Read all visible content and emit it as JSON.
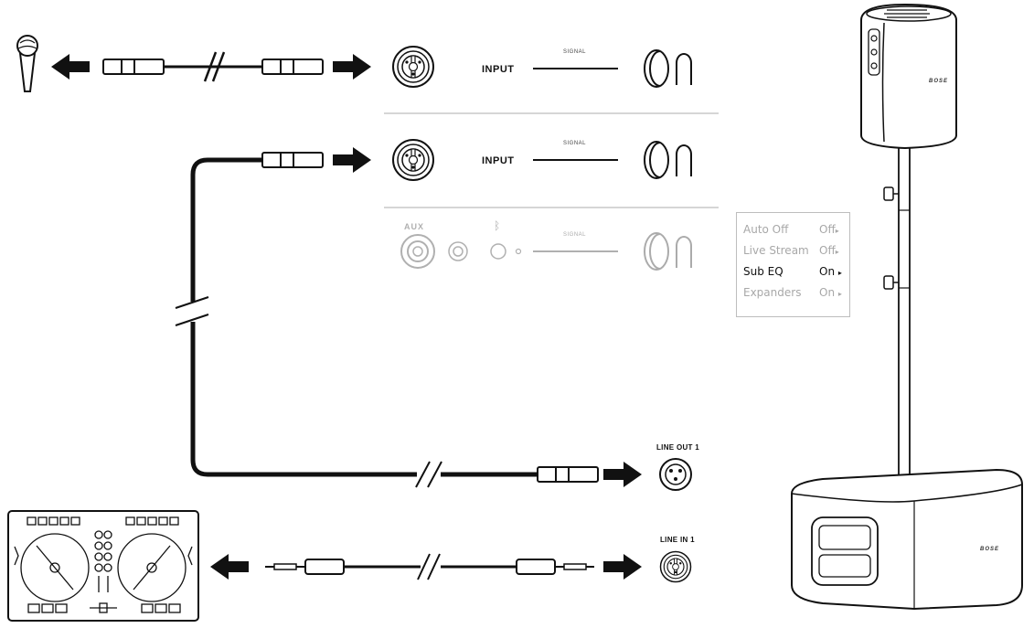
{
  "channels": [
    {
      "input_label": "INPUT",
      "signal_label": "SIGNAL"
    },
    {
      "input_label": "INPUT",
      "signal_label": "SIGNAL"
    },
    {
      "aux_label": "AUX",
      "bluetooth_symbol": "ᛒ",
      "signal_label": "SIGNAL"
    }
  ],
  "jacks": {
    "line_out": "LINE OUT 1",
    "line_in": "LINE IN 1"
  },
  "menu": {
    "items": [
      {
        "label": "Auto Off",
        "value": "Off",
        "active": false
      },
      {
        "label": "Live Stream",
        "value": "Off",
        "active": false
      },
      {
        "label": "Sub EQ",
        "value": "On",
        "active": true
      },
      {
        "label": "Expanders",
        "value": "On",
        "active": false
      }
    ],
    "arrow": "▸"
  },
  "brand": {
    "speaker_logo": "BOSE",
    "sub_logo": "BOSE"
  },
  "icons": [
    "microphone-icon",
    "xlr-cable-icon",
    "quarter-inch-cable-icon",
    "combo-jack-icon",
    "volume-knob-icon",
    "aux-jack-icon",
    "bluetooth-icon",
    "dj-controller-icon",
    "speaker-icon",
    "subwoofer-icon",
    "mounting-pole-icon",
    "arrow-left-icon",
    "arrow-right-icon"
  ]
}
